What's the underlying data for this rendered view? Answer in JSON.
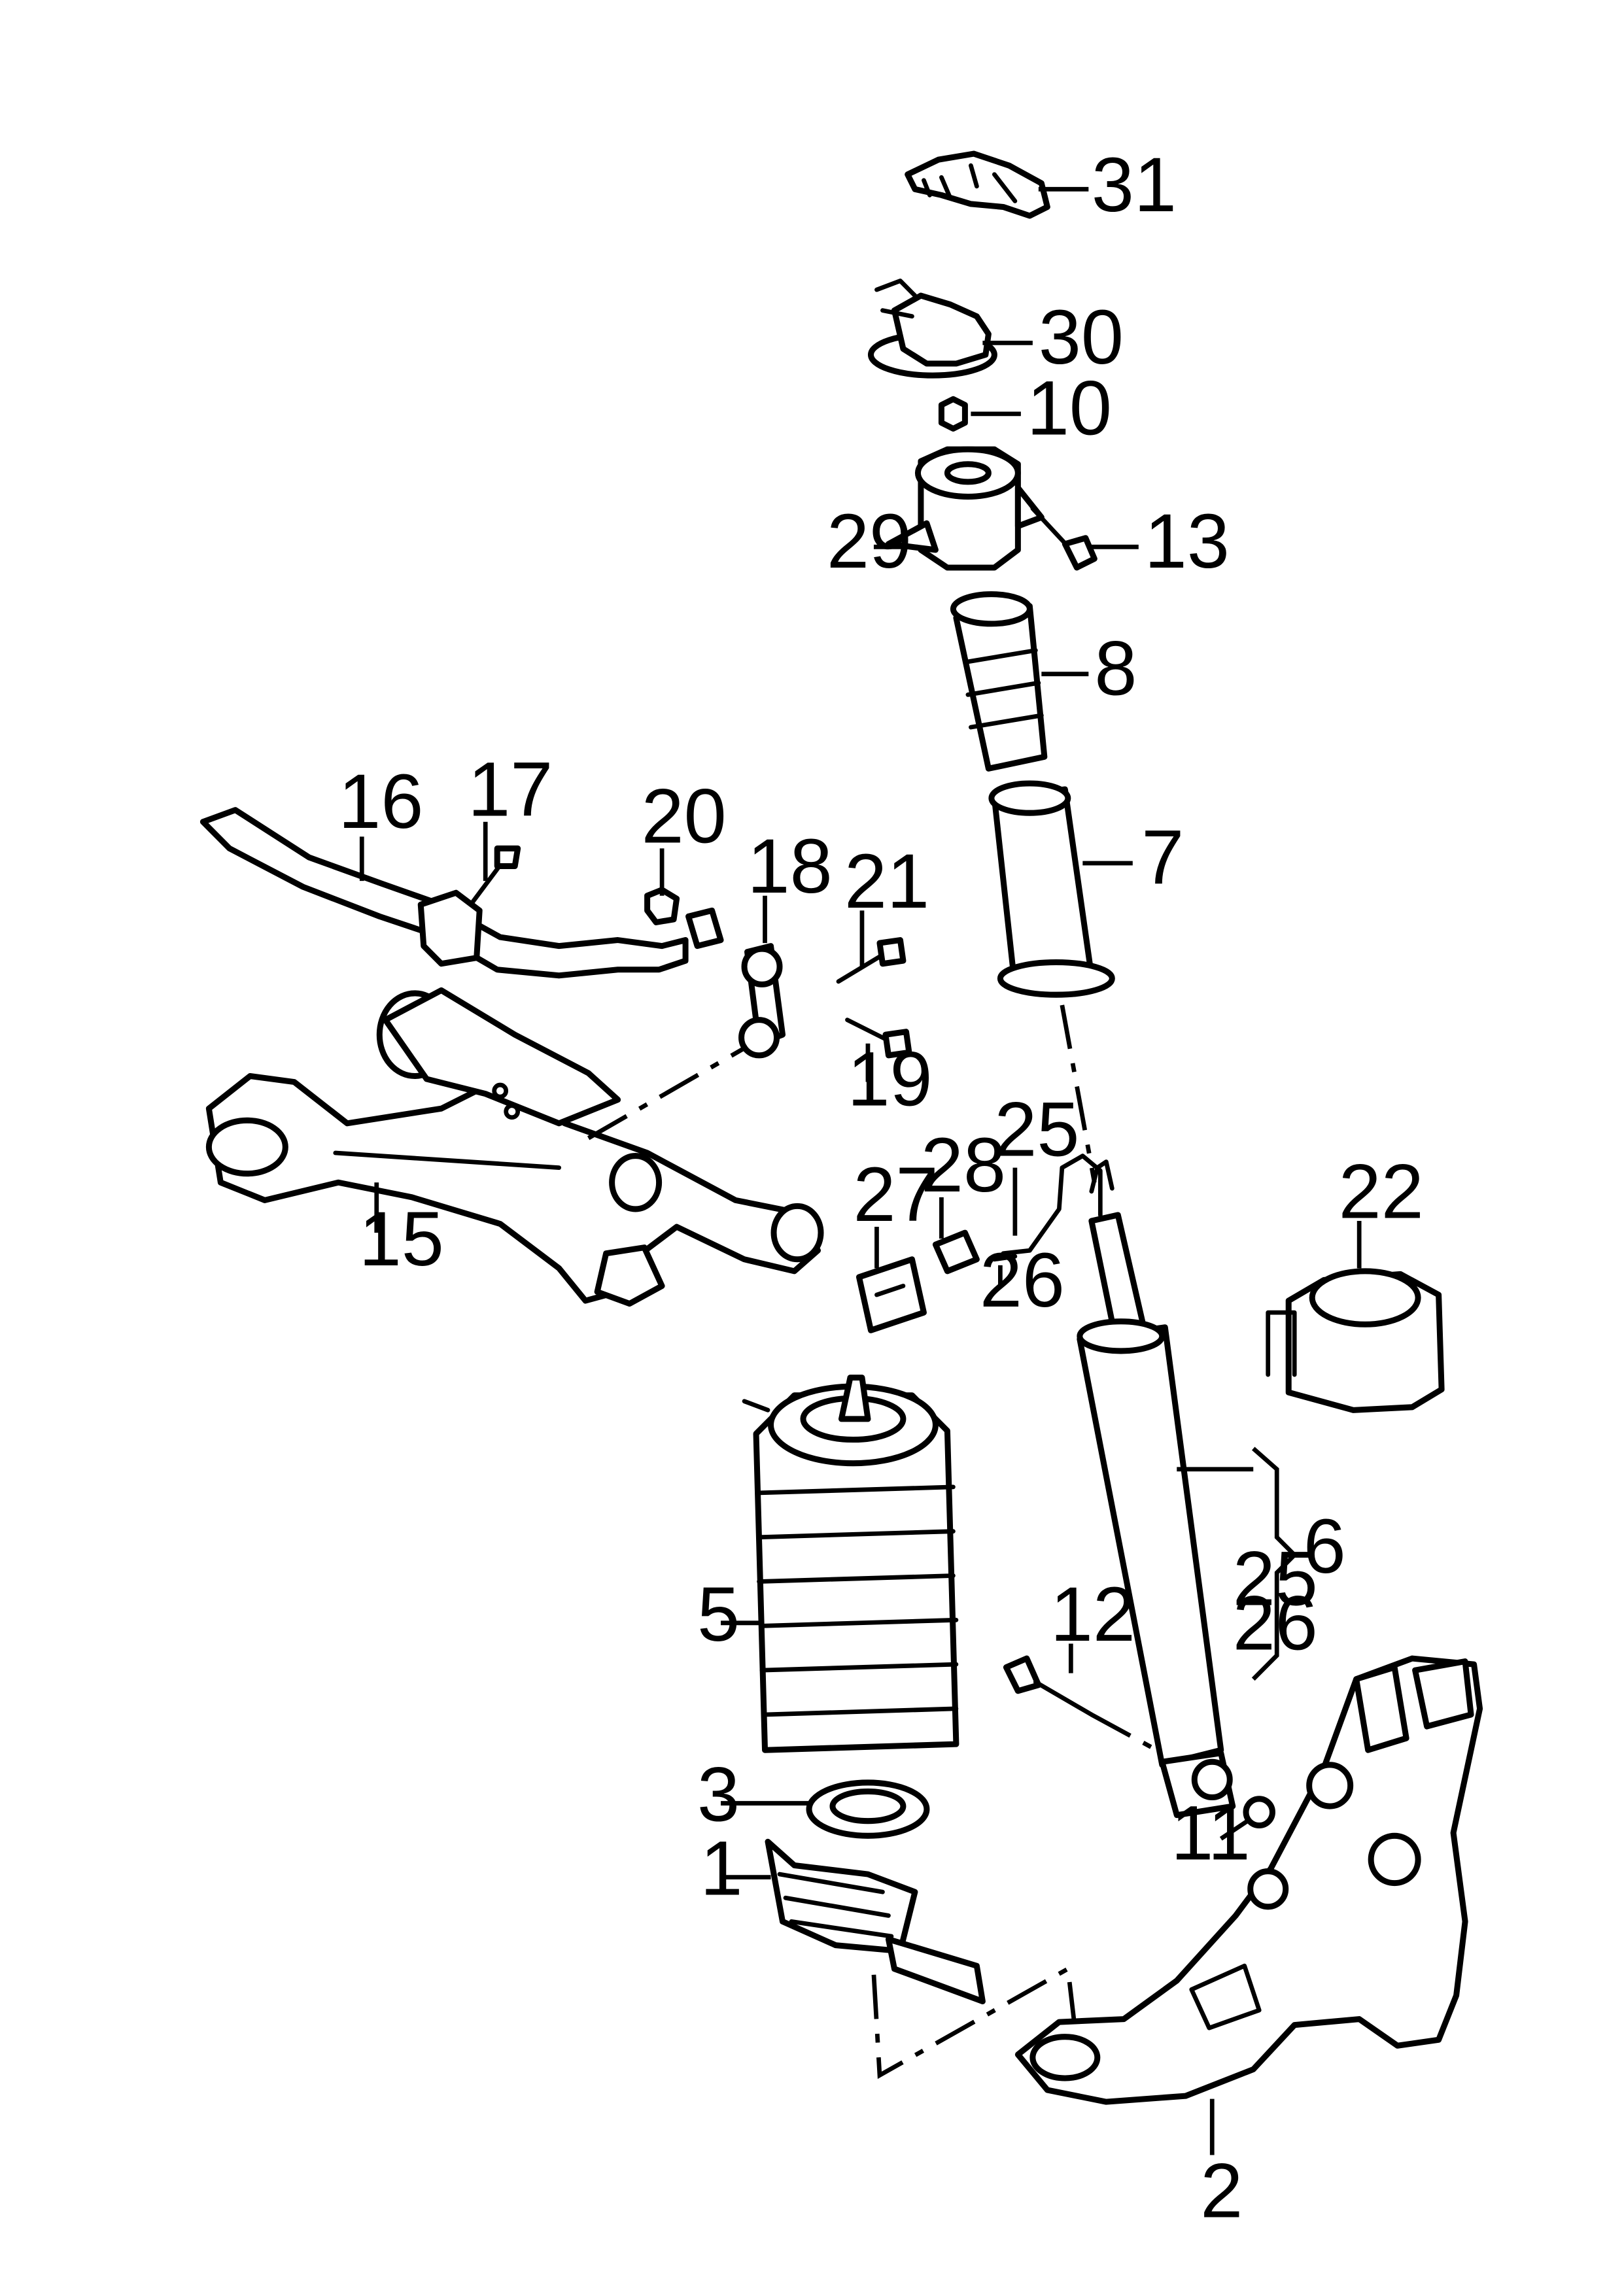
{
  "callouts": {
    "c1": "1",
    "c2": "2",
    "c3": "3",
    "c5": "5",
    "c6": "6",
    "c7": "7",
    "c8": "8",
    "c10": "10",
    "c11": "11",
    "c12": "12",
    "c13": "13",
    "c15": "15",
    "c16": "16",
    "c17": "17",
    "c18": "18",
    "c19": "19",
    "c20": "20",
    "c21": "21",
    "c22": "22",
    "c25a": "25",
    "c25b": "25",
    "c26a": "26",
    "c26b": "26",
    "c27": "27",
    "c28": "28",
    "c29": "29",
    "c30": "30",
    "c31": "31"
  }
}
